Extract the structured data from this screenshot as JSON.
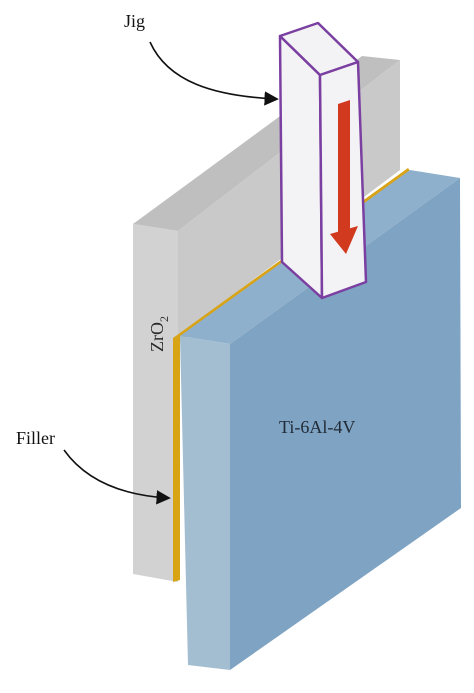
{
  "labels": {
    "jig": "Jig",
    "filler": "Filler",
    "ceramic_base": "ZrO",
    "ceramic_subscript": "2",
    "alloy": "Ti-6Al-4V"
  },
  "colors": {
    "zro2_front": "#d2d2d2",
    "zro2_top": "#bfbfbf",
    "zro2_side": "#c9c9c9",
    "filler": "#d9a316",
    "alloy_front": "#7fa3c2",
    "alloy_top": "#8eb0cc",
    "alloy_side": "#a3bdd1",
    "jig_fill": "#f3f3f5",
    "jig_outline": "#7a3fa0",
    "arrow_red": "#d23a1f",
    "pointer": "#111111"
  },
  "icons": {
    "pressure_arrow": "arrow-down-icon",
    "pointer_arrows": "curved-arrow-icon"
  }
}
